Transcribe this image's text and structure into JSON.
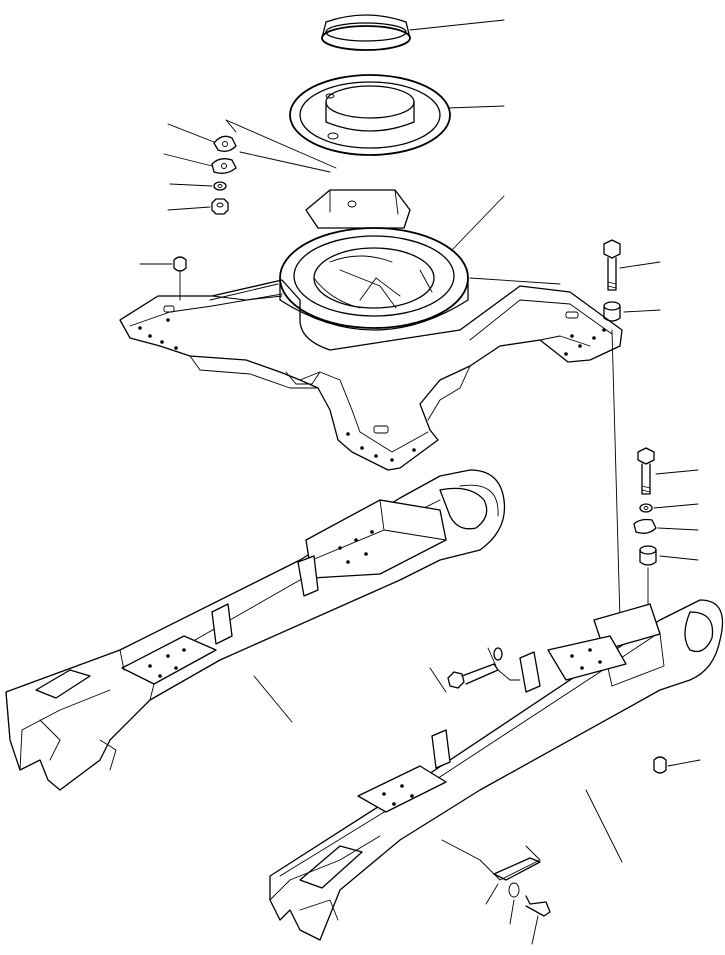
{
  "figure": {
    "colors": {
      "line": "#000000",
      "background": "#ffffff"
    },
    "parts": [
      "seal-ring",
      "seal-plate",
      "lock-plates",
      "washer",
      "nut",
      "upper-frame-center",
      "swing-circle-mount",
      "bolt",
      "spacer",
      "track-frame-left",
      "track-frame-right",
      "track-guard",
      "clip"
    ]
  }
}
